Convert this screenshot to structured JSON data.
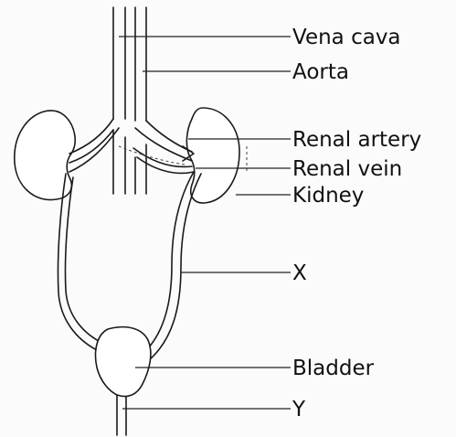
{
  "labels": {
    "vena_cava": "Vena cava",
    "aorta": "Aorta",
    "renal_artery": "Renal artery",
    "renal_vein": "Renal vein",
    "kidney": "Kidney",
    "x": "X",
    "bladder": "Bladder",
    "y": "Y"
  }
}
